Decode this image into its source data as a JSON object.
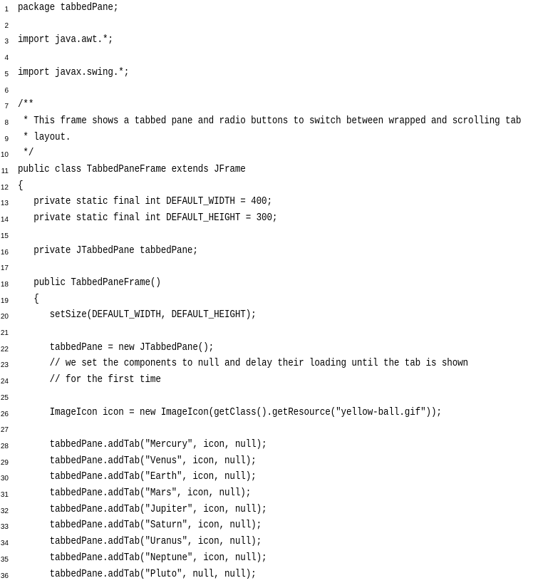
{
  "code_listing": {
    "lines": [
      {
        "num": "1",
        "text": "package tabbedPane;"
      },
      {
        "num": "2",
        "text": ""
      },
      {
        "num": "3",
        "text": "import java.awt.*;"
      },
      {
        "num": "4",
        "text": ""
      },
      {
        "num": "5",
        "text": "import javax.swing.*;"
      },
      {
        "num": "6",
        "text": ""
      },
      {
        "num": "7",
        "text": "/**"
      },
      {
        "num": "8",
        "text": " * This frame shows a tabbed pane and radio buttons to switch between wrapped and scrolling tab"
      },
      {
        "num": "9",
        "text": " * layout."
      },
      {
        "num": "10",
        "text": " */"
      },
      {
        "num": "11",
        "text": "public class TabbedPaneFrame extends JFrame"
      },
      {
        "num": "12",
        "text": "{"
      },
      {
        "num": "13",
        "text": "   private static final int DEFAULT_WIDTH = 400;"
      },
      {
        "num": "14",
        "text": "   private static final int DEFAULT_HEIGHT = 300;"
      },
      {
        "num": "15",
        "text": ""
      },
      {
        "num": "16",
        "text": "   private JTabbedPane tabbedPane;"
      },
      {
        "num": "17",
        "text": ""
      },
      {
        "num": "18",
        "text": "   public TabbedPaneFrame()"
      },
      {
        "num": "19",
        "text": "   {"
      },
      {
        "num": "20",
        "text": "      setSize(DEFAULT_WIDTH, DEFAULT_HEIGHT);"
      },
      {
        "num": "21",
        "text": ""
      },
      {
        "num": "22",
        "text": "      tabbedPane = new JTabbedPane();"
      },
      {
        "num": "23",
        "text": "      // we set the components to null and delay their loading until the tab is shown"
      },
      {
        "num": "24",
        "text": "      // for the first time"
      },
      {
        "num": "25",
        "text": ""
      },
      {
        "num": "26",
        "text": "      ImageIcon icon = new ImageIcon(getClass().getResource(\"yellow-ball.gif\"));"
      },
      {
        "num": "27",
        "text": ""
      },
      {
        "num": "28",
        "text": "      tabbedPane.addTab(\"Mercury\", icon, null);"
      },
      {
        "num": "29",
        "text": "      tabbedPane.addTab(\"Venus\", icon, null);"
      },
      {
        "num": "30",
        "text": "      tabbedPane.addTab(\"Earth\", icon, null);"
      },
      {
        "num": "31",
        "text": "      tabbedPane.addTab(\"Mars\", icon, null);"
      },
      {
        "num": "32",
        "text": "      tabbedPane.addTab(\"Jupiter\", icon, null);"
      },
      {
        "num": "33",
        "text": "      tabbedPane.addTab(\"Saturn\", icon, null);"
      },
      {
        "num": "34",
        "text": "      tabbedPane.addTab(\"Uranus\", icon, null);"
      },
      {
        "num": "35",
        "text": "      tabbedPane.addTab(\"Neptune\", icon, null);"
      },
      {
        "num": "36",
        "text": "      tabbedPane.addTab(\"Pluto\", null, null);"
      }
    ]
  }
}
